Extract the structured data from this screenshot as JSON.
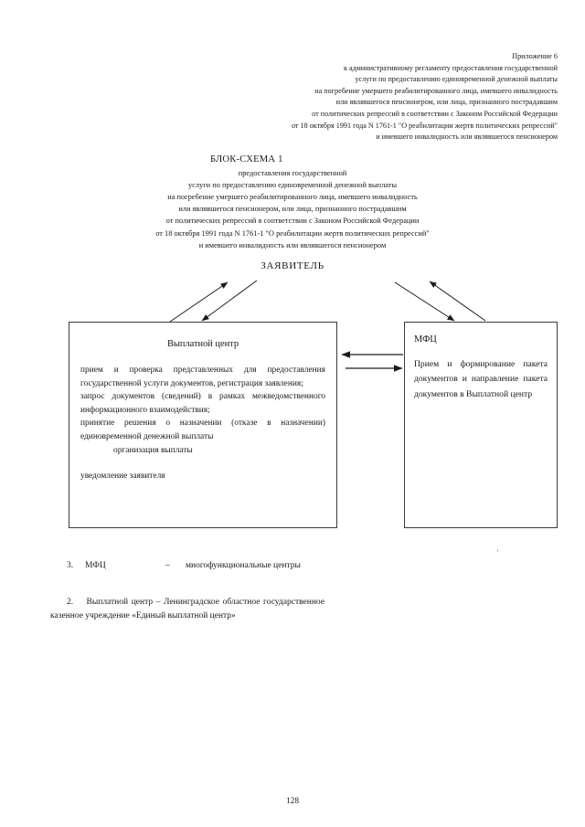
{
  "document": {
    "page_number": "128"
  },
  "appendix": {
    "lines": [
      "Приложение 6",
      "к административному регламенту предоставления государственной",
      "услуги по  предоставлению единовременной денежной выплаты",
      "на погребение умершего реабилитированного лица, имевшего инвалидность",
      "или являвшегося пенсионером, или лица, признанного пострадавшим",
      "от политических репрессий в соответствии с Законом Российской Федерации",
      "от 18 октября 1991 года N 1761-1 \"О реабилитации жертв политических репрессий\"",
      "и имевшего инвалидность или являвшегося пенсионером"
    ]
  },
  "scheme": {
    "title": "БЛОК-СХЕМА 1",
    "subtitle_lines": [
      "предоставления государственной",
      "услуги по предоставлению единовременной денежной выплаты",
      "на погребение умершего реабилитированного лица, имевшего инвалидность",
      "или являвшегося пенсионером, или лица, признанного пострадавшим",
      "от политических репрессий в соответствии с Законом Российской Федерации",
      "от 18 октября 1991 года N 1761-1 \"О реабилитации жертв политических репрессий\"",
      "и имевшего инвалидность или являвшегося пенсионером"
    ]
  },
  "diagram": {
    "applicant_label": "ЗАЯВИТЕЛЬ",
    "payment_center_box": {
      "heading": "Выплатной центр",
      "items": [
        "прием и проверка представленных для предоставления государственной услуги документов, регистрация заявления;",
        "запрос документов (сведений) в рамках межведомственного информационного взаимодействия;",
        "принятие решения о назначении (отказе в назначении) единовременной денежной выплаты",
        "организация выплаты",
        "уведомление заявителя"
      ]
    },
    "mfc_box": {
      "heading": "МФЦ",
      "text": "Прием и формирование пакета документов и направление пакета документов в Выплатной центр"
    },
    "arrows": {
      "applicant_to_payment_center": "arrow-down-left",
      "payment_center_to_applicant": "arrow-up-right",
      "applicant_to_mfc": "arrow-down-left",
      "mfc_to_applicant": "arrow-up-right",
      "mfc_to_payment_center": "arrow-left",
      "payment_center_to_mfc": "arrow-right"
    }
  },
  "legend": {
    "row1": {
      "number": "3.",
      "term": "МФЦ",
      "dash": "–",
      "definition": "многофункциональные центры"
    },
    "row2": {
      "number": "2.",
      "text": "Выплатной центр  – Ленинградское областное государственное казенное учреждение «Единый выплатной центр»"
    }
  }
}
